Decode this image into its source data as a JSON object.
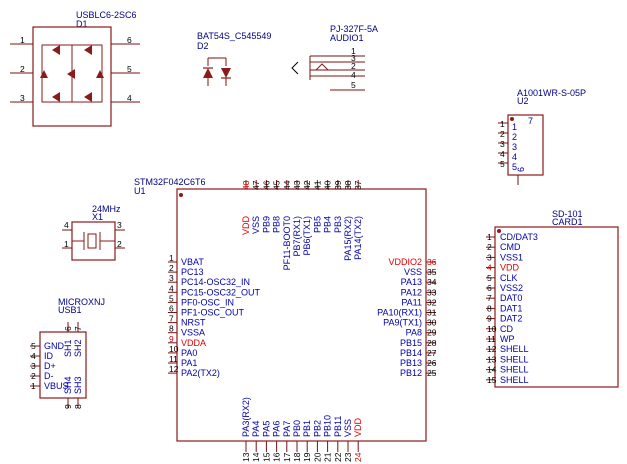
{
  "components": {
    "d1": {
      "value": "USBLC6-2SC6",
      "ref": "D1",
      "left_pins": [
        "1",
        "2",
        "3"
      ],
      "right_pins": [
        "6",
        "5",
        "4"
      ]
    },
    "d2": {
      "value": "BAT54S_C545549",
      "ref": "D2"
    },
    "audio": {
      "value": "PJ-327F-5A",
      "ref": "AUDIO1",
      "pins": [
        "1",
        "3",
        "2",
        "4",
        "5"
      ]
    },
    "u2": {
      "value": "A1001WR-S-05P",
      "ref": "U2",
      "pins": [
        "1",
        "2",
        "3",
        "4",
        "5"
      ],
      "side_pins": [
        "7",
        "6"
      ]
    },
    "x1": {
      "value": "24MHz",
      "ref": "X1",
      "pins": [
        "4",
        "1",
        "3",
        "2"
      ]
    },
    "usb1": {
      "value": "MICROXNJ",
      "ref": "USB1",
      "pins": [
        {
          "num": "5",
          "name": "GND"
        },
        {
          "num": "4",
          "name": "ID"
        },
        {
          "num": "3",
          "name": "D+"
        },
        {
          "num": "2",
          "name": "D-"
        },
        {
          "num": "1",
          "name": "VBUS"
        }
      ],
      "shell_pins": [
        {
          "num": "6",
          "name": "SH1"
        },
        {
          "num": "7",
          "name": "SH2"
        },
        {
          "num": "9",
          "name": "SH4"
        },
        {
          "num": "8",
          "name": "SH3"
        }
      ]
    },
    "card1": {
      "value": "SD-101",
      "ref": "CARD1",
      "pins": [
        {
          "num": "1",
          "name": "CD/DAT3",
          "red": false
        },
        {
          "num": "2",
          "name": "CMD",
          "red": false
        },
        {
          "num": "3",
          "name": "VSS1",
          "red": false
        },
        {
          "num": "4",
          "name": "VDD",
          "red": true
        },
        {
          "num": "5",
          "name": "CLK",
          "red": false
        },
        {
          "num": "6",
          "name": "VSS2",
          "red": false
        },
        {
          "num": "7",
          "name": "DAT0",
          "red": false
        },
        {
          "num": "8",
          "name": "DAT1",
          "red": false
        },
        {
          "num": "9",
          "name": "DAT2",
          "red": false
        },
        {
          "num": "10",
          "name": "CD",
          "red": false
        },
        {
          "num": "11",
          "name": "WP",
          "red": false
        },
        {
          "num": "12",
          "name": "SHELL",
          "red": false
        },
        {
          "num": "13",
          "name": "SHELL",
          "red": false
        },
        {
          "num": "14",
          "name": "SHELL",
          "red": false
        },
        {
          "num": "15",
          "name": "SHELL",
          "red": false
        }
      ]
    },
    "u1": {
      "value": "STM32F042C6T6",
      "ref": "U1",
      "left": [
        {
          "num": "1",
          "name": "VBAT",
          "red": false
        },
        {
          "num": "2",
          "name": "PC13",
          "red": false
        },
        {
          "num": "3",
          "name": "PC14-OSC32_IN",
          "red": false
        },
        {
          "num": "4",
          "name": "PC15-OSC32_OUT",
          "red": false
        },
        {
          "num": "5",
          "name": "PF0-OSC_IN",
          "red": false
        },
        {
          "num": "6",
          "name": "PF1-OSC_OUT",
          "red": false
        },
        {
          "num": "7",
          "name": "NRST",
          "red": false
        },
        {
          "num": "8",
          "name": "VSSA",
          "red": false
        },
        {
          "num": "9",
          "name": "VDDA",
          "red": true
        },
        {
          "num": "10",
          "name": "PA0",
          "red": false
        },
        {
          "num": "11",
          "name": "PA1",
          "red": false
        },
        {
          "num": "12",
          "name": "PA2(TX2)",
          "red": false
        }
      ],
      "right": [
        {
          "num": "36",
          "name": "VDDIO2",
          "red": true
        },
        {
          "num": "35",
          "name": "VSS",
          "red": false
        },
        {
          "num": "34",
          "name": "PA13",
          "red": false
        },
        {
          "num": "33",
          "name": "PA12",
          "red": false
        },
        {
          "num": "32",
          "name": "PA11",
          "red": false
        },
        {
          "num": "31",
          "name": "PA10(RX1)",
          "red": false
        },
        {
          "num": "30",
          "name": "PA9(TX1)",
          "red": false
        },
        {
          "num": "29",
          "name": "PA8",
          "red": false
        },
        {
          "num": "28",
          "name": "PB15",
          "red": false
        },
        {
          "num": "27",
          "name": "PB14",
          "red": false
        },
        {
          "num": "26",
          "name": "PB13",
          "red": false
        },
        {
          "num": "25",
          "name": "PB12",
          "red": false
        }
      ],
      "top": [
        {
          "num": "48",
          "name": "VDD",
          "red": true
        },
        {
          "num": "47",
          "name": "VSS",
          "red": false
        },
        {
          "num": "46",
          "name": "PB9",
          "red": false
        },
        {
          "num": "45",
          "name": "PB8",
          "red": false
        },
        {
          "num": "44",
          "name": "PF11-BOOT0",
          "red": false
        },
        {
          "num": "43",
          "name": "PB7(RX1)",
          "red": false
        },
        {
          "num": "42",
          "name": "PB6(TX1)",
          "red": false
        },
        {
          "num": "41",
          "name": "PB5",
          "red": false
        },
        {
          "num": "40",
          "name": "PB4",
          "red": false
        },
        {
          "num": "39",
          "name": "PB3",
          "red": false
        },
        {
          "num": "38",
          "name": "PA15(RX2)",
          "red": false
        },
        {
          "num": "37",
          "name": "PA14(TX2)",
          "red": false
        }
      ],
      "bottom": [
        {
          "num": "13",
          "name": "PA3(RX2)",
          "red": false
        },
        {
          "num": "14",
          "name": "PA4",
          "red": false
        },
        {
          "num": "15",
          "name": "PA5",
          "red": false
        },
        {
          "num": "16",
          "name": "PA6",
          "red": false
        },
        {
          "num": "17",
          "name": "PA7",
          "red": false
        },
        {
          "num": "18",
          "name": "PB0",
          "red": false
        },
        {
          "num": "19",
          "name": "PB1",
          "red": false
        },
        {
          "num": "20",
          "name": "PB2",
          "red": false
        },
        {
          "num": "21",
          "name": "PB10",
          "red": false
        },
        {
          "num": "22",
          "name": "PB11",
          "red": false
        },
        {
          "num": "23",
          "name": "VSS",
          "red": false
        },
        {
          "num": "24",
          "name": "VDD",
          "red": true
        }
      ]
    }
  }
}
